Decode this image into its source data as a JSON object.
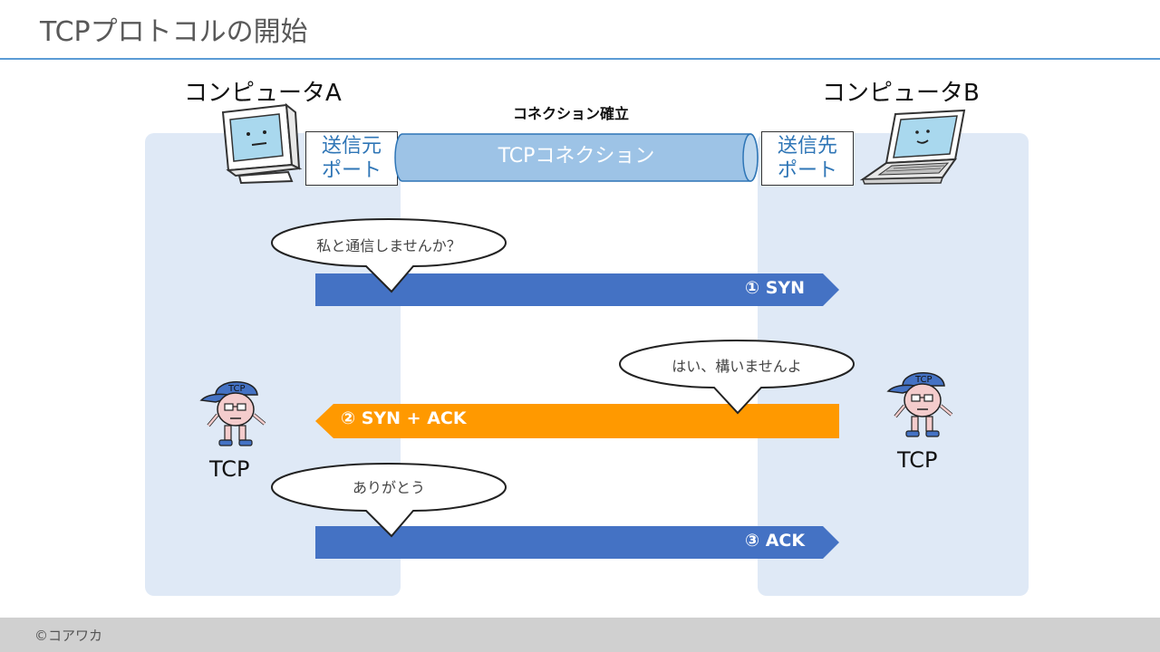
{
  "slide": {
    "title": "TCPプロトコルの開始",
    "footer": "©コアワカ"
  },
  "computers": {
    "a_label": "コンピュータA",
    "b_label": "コンピュータB"
  },
  "connection": {
    "heading": "コネクション確立",
    "pipe_label": "TCPコネクション"
  },
  "ports": {
    "source_line1": "送信元",
    "source_line2": "ポート",
    "dest_line1": "送信先",
    "dest_line2": "ポート"
  },
  "steps": [
    {
      "label": "① SYN",
      "direction": "right",
      "color": "#4472c4",
      "speech": "私と通信しませんか？"
    },
    {
      "label": "② SYN + ACK",
      "direction": "left",
      "color": "#ff9900",
      "speech": "はい、構いませんよ"
    },
    {
      "label": "③ ACK",
      "direction": "right",
      "color": "#4472c4",
      "speech": "ありがとう"
    }
  ],
  "mascots": {
    "a_label": "TCP",
    "b_label": "TCP",
    "cap_text": "TCP"
  },
  "colors": {
    "accent_line": "#5b9bd5",
    "panel": "#dfe9f6",
    "pipe": "#9dc3e6",
    "port_text": "#2e75b6"
  }
}
